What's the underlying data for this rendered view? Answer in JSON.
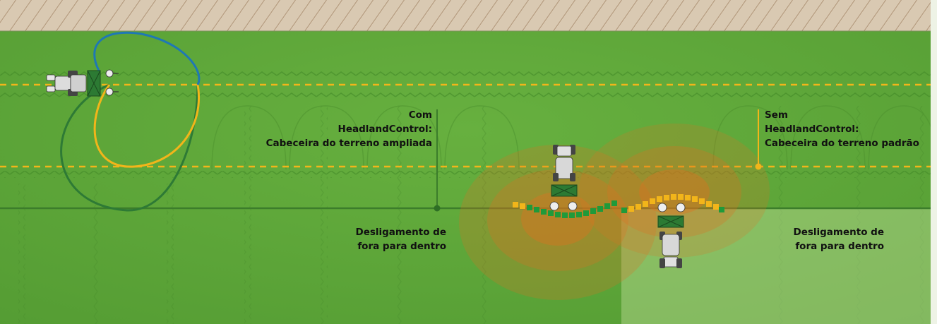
{
  "labels": {
    "with_control": {
      "line1": "Com",
      "line2": "HeadlandControl:",
      "line3": "Cabeceira do terreno ampliada"
    },
    "without_control": {
      "line1": "Sem",
      "line2": "HeadlandControl:",
      "line3": "Cabeceira do terreno padrão"
    },
    "shutoff_left": {
      "line1": "Desligamento de",
      "line2": "fora para dentro"
    },
    "shutoff_right": {
      "line1": "Desligamento de",
      "line2": "fora para dentro"
    }
  },
  "colors": {
    "field": "#5fa83a",
    "headland_boundary": "#d8c6ae",
    "dashed_line": "#f2b51a",
    "boundary_line": "#3c7d2b",
    "path_blue": "#1f78b4",
    "path_yellow": "#f2b51a",
    "path_darkgreen": "#2e7a35",
    "spray_zone": "#e07020",
    "section_on": "#1f9a3a",
    "section_off": "#f2b51a",
    "tractor": "#d9dddd",
    "sprayer": "#2c7a33"
  },
  "icons": [
    "tractor-icon",
    "sprayer-icon",
    "nozzle-icon"
  ]
}
